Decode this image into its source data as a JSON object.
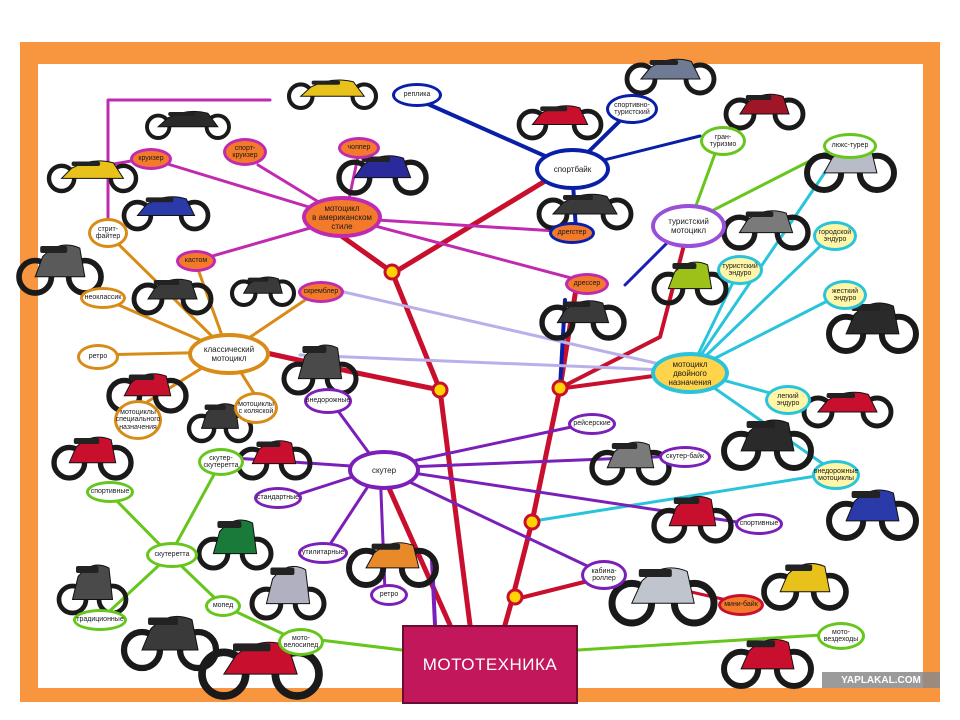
{
  "title": "МОТОТЕХНИКА",
  "watermark": "YAPLAKAL.COM",
  "colors": {
    "frame": "#f7963f",
    "trunk": "#c8102e",
    "junction_fill": "#ffd400",
    "sport": "#0a1fa8",
    "american": "#c02ab0",
    "classic": "#d98b17",
    "scooter": "#7a1fb8",
    "scooterette": "#66c61c",
    "dual": "#29c4dc",
    "tourist": "#66c61c",
    "title_fill": "#c2175b"
  },
  "nodes": {
    "replika": "реплика",
    "sport_tourist": "спортивно-\nтуристский",
    "sportbike": "спортбайк",
    "gran_turismo": "гран-\nтуризмо",
    "lux_tourer": "люкс-турер",
    "cruiser": "круизер",
    "sport_cruiser": "спорт-\nкруизер",
    "chopper": "чоппер",
    "american_style": "мотоцикл\nв американском\nстиле",
    "dragster": "дрегстер",
    "tourist_moto": "туристский\nмотоцикл",
    "city_enduro": "городской\nэндуро",
    "street_fighter": "стрит-\nфайтер",
    "custom": "кастом",
    "dresser": "дрессер",
    "tourist_enduro": "туристский\nэндуро",
    "neoclassic": "неоклассик",
    "streambler": "скремблер",
    "hard_enduro": "жесткий\nэндуро",
    "retro_classic": "ретро",
    "classic_moto": "классический\nмотоцикл",
    "dual_purpose": "мотоцикл\nдвойного\nназначения",
    "light_enduro": "легкий\nэндуро",
    "special_moto": "мотоциклы\nспециального\nназначения",
    "sidecar": "мотоциклы\nс коляской",
    "offroad_scooter": "внедорожные",
    "racing_scooter": "рейсерские",
    "scooter_bike": "скутер-байк",
    "scooterette_sc": "скутер-\nскутеретта",
    "scooter": "скутер",
    "offroad_moto": "внедорожные\nмотоциклы",
    "sport_scooterette": "спортивные",
    "standard": "стандартные",
    "sport_scooter": "спортивные",
    "scooterette": "скутеретта",
    "utility": "утилитарные",
    "cabin_roller": "кабина-\nроллер",
    "traditional": "традиционные",
    "retro_scooter": "ретро",
    "moped": "мопед",
    "mini_bike": "мини-байк",
    "motovelo": "мото-\nвелосипед",
    "atv": "мото-\nвездеходы"
  }
}
